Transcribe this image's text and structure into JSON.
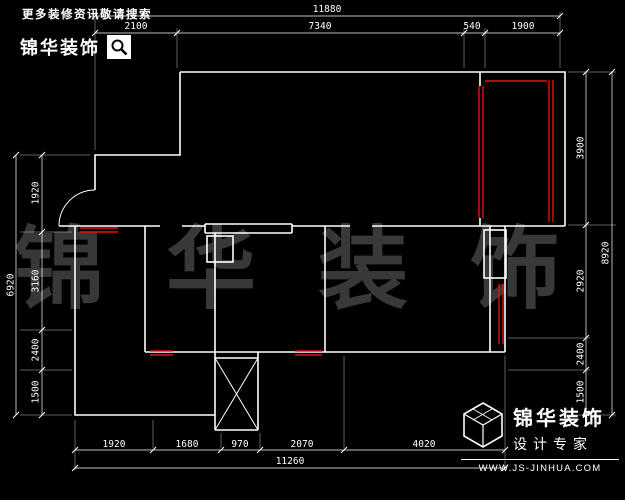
{
  "header": {
    "tagline": "更多装修资讯敬请搜索",
    "brand": "锦华装饰",
    "search_icon": "magnifier"
  },
  "watermark": "锦华装饰",
  "plan_colors": {
    "background": "#000000",
    "wall_line": "#ffffff",
    "window_accent": "#e01010",
    "watermark_gray": "rgba(255,255,255,0.22)"
  },
  "dimensions": {
    "top": {
      "total": "11880",
      "segments": [
        "2100",
        "7340",
        "540",
        "1900"
      ]
    },
    "bottom": {
      "total": "11260",
      "segments": [
        "1920",
        "1680",
        "970",
        "2070",
        "4020"
      ]
    },
    "left": {
      "total": "6920",
      "segments": [
        "1920",
        "3160",
        "2400",
        "1500"
      ]
    },
    "right": {
      "total": "8920",
      "segments": [
        "3900",
        "2920",
        "2400",
        "1500"
      ]
    }
  },
  "footer": {
    "brand": "锦华装饰",
    "subtitle": "设计专家",
    "url": "WWW.JS-JINHUA.COM"
  }
}
